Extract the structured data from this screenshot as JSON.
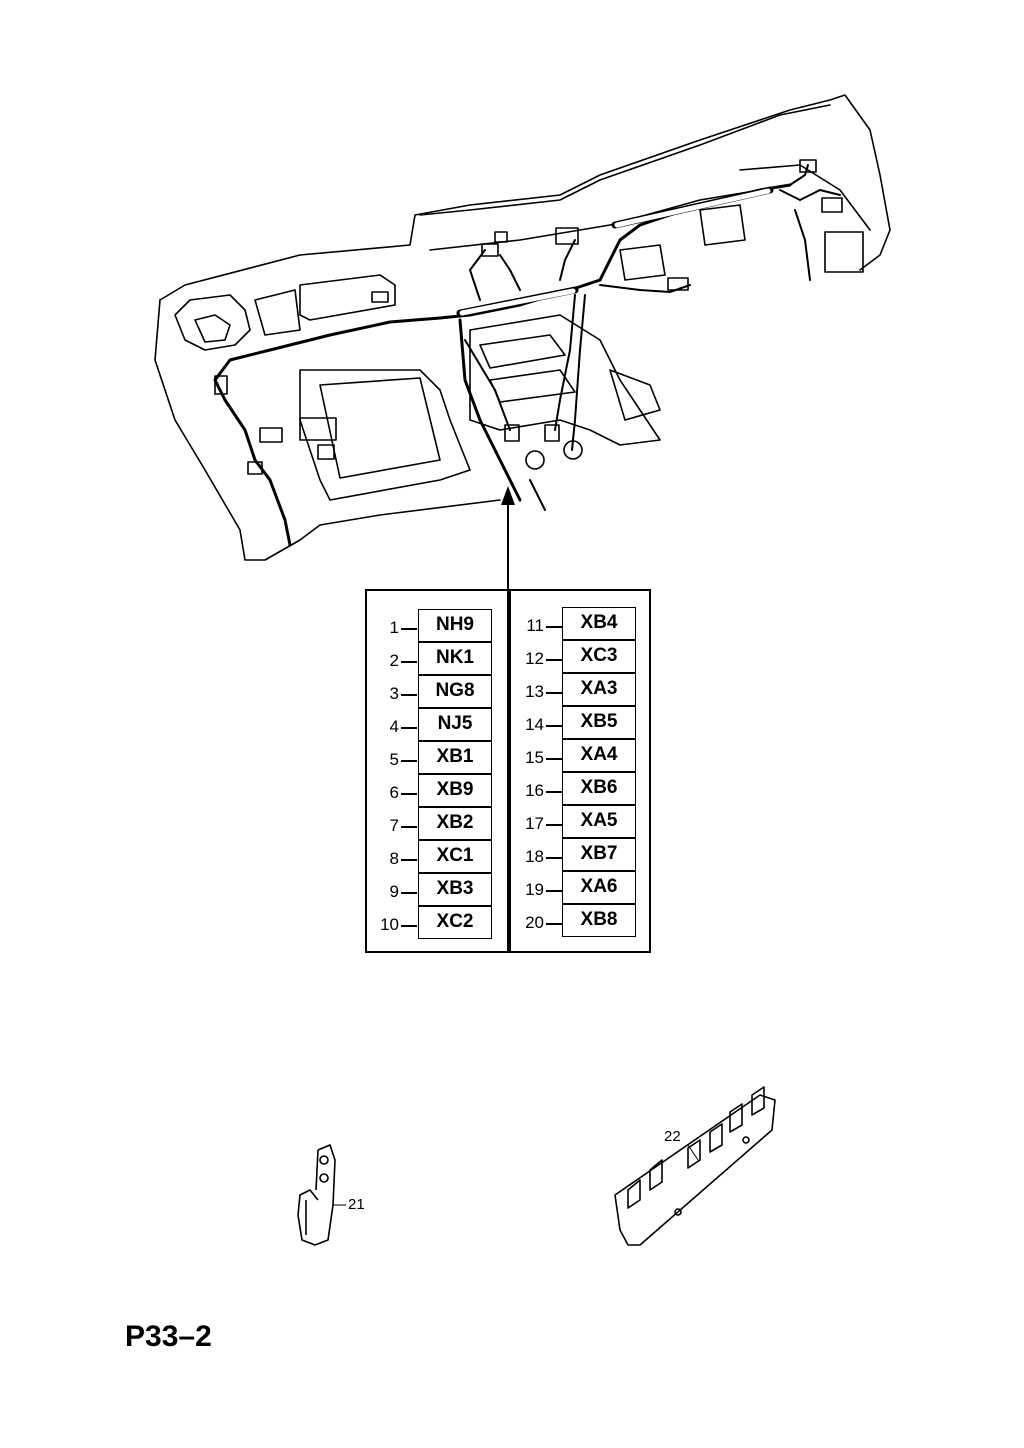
{
  "diagram": {
    "left_column": [
      {
        "number": "1",
        "code": "NH9"
      },
      {
        "number": "2",
        "code": "NK1"
      },
      {
        "number": "3",
        "code": "NG8"
      },
      {
        "number": "4",
        "code": "NJ5"
      },
      {
        "number": "5",
        "code": "XB1"
      },
      {
        "number": "6",
        "code": "XB9"
      },
      {
        "number": "7",
        "code": "XB2"
      },
      {
        "number": "8",
        "code": "XC1"
      },
      {
        "number": "9",
        "code": "XB3"
      },
      {
        "number": "10",
        "code": "XC2"
      }
    ],
    "right_column": [
      {
        "number": "11",
        "code": "XB4"
      },
      {
        "number": "12",
        "code": "XC3"
      },
      {
        "number": "13",
        "code": "XA3"
      },
      {
        "number": "14",
        "code": "XB5"
      },
      {
        "number": "15",
        "code": "XA4"
      },
      {
        "number": "16",
        "code": "XB6"
      },
      {
        "number": "17",
        "code": "XA5"
      },
      {
        "number": "18",
        "code": "XB7"
      },
      {
        "number": "19",
        "code": "XA6"
      },
      {
        "number": "20",
        "code": "XB8"
      }
    ],
    "callouts": {
      "clip": "21",
      "bracket": "22"
    },
    "page_id": "P33–2"
  }
}
